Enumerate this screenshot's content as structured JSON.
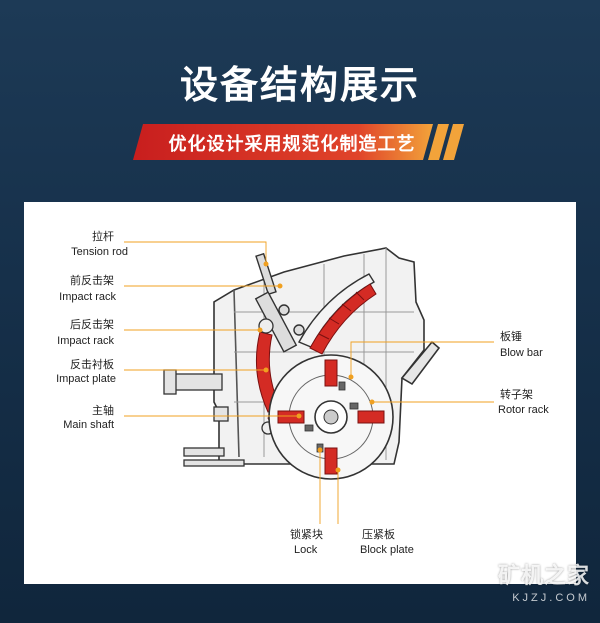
{
  "header": {
    "title": "设备结构展示",
    "ribbon": "优化设计采用规范化制造工艺"
  },
  "colors": {
    "background": "#1a3550",
    "ribbon_red": "#d8251f",
    "ribbon_orange": "#f2a33a",
    "part_red": "#d42b24",
    "leader_orange": "#f0a020"
  },
  "labels": {
    "tension_rod": {
      "zh": "拉杆",
      "en": "Tension rod"
    },
    "front_rack": {
      "zh": "前反击架",
      "en": "Impact rack"
    },
    "rear_rack": {
      "zh": "后反击架",
      "en": "Impact rack"
    },
    "impact_plate": {
      "zh": "反击衬板",
      "en": "Impact plate"
    },
    "main_shaft": {
      "zh": "主轴",
      "en": "Main shaft"
    },
    "blow_bar": {
      "zh": "板锤",
      "en": "Blow bar"
    },
    "rotor_rack": {
      "zh": "转子架",
      "en": "Rotor rack"
    },
    "lock": {
      "zh": "锁紧块",
      "en": "Lock"
    },
    "block_plate": {
      "zh": "压紧板",
      "en": "Block plate"
    }
  },
  "watermark": {
    "main": "矿机之家",
    "sub": "KJZJ.COM"
  }
}
